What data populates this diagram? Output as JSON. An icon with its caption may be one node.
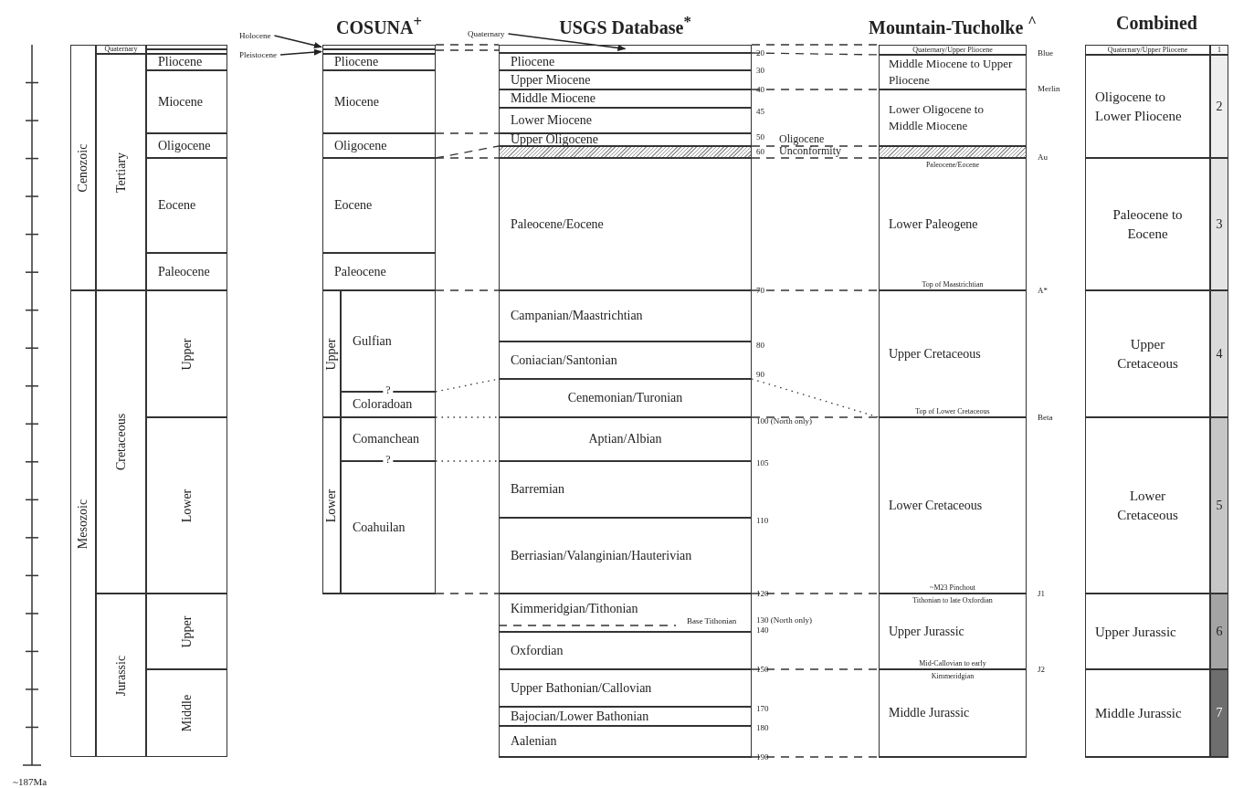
{
  "diagram": {
    "nodes": [
      {
        "text": [
          "Cenozoic"
        ]
      },
      {
        "text": [
          "Mesozoic"
        ]
      },
      {
        "text": [
          "Quaternary"
        ]
      },
      {
        "text": [
          "Tertiary"
        ]
      },
      {
        "text": [
          "Cretaceous"
        ]
      },
      {
        "text": [
          "Jurassic"
        ]
      },
      {
        "text": [],
        "shape": "bar"
      },
      {
        "text": [],
        "shape": "bar"
      },
      {
        "text": [
          "Pliocene"
        ]
      },
      {
        "text": [
          "Miocene"
        ]
      },
      {
        "text": [
          "Oligocene"
        ]
      },
      {
        "text": [
          "Eocene"
        ]
      },
      {
        "text": [
          "Paleocene"
        ]
      },
      {
        "text": [
          "Upper"
        ]
      },
      {
        "text": [
          "Lower"
        ]
      },
      {
        "text": [
          "Upper"
        ]
      },
      {
        "text": [
          "Middle"
        ]
      },
      {
        "text": [
          "Holocene"
        ]
      },
      {
        "text": [
          "Pleistocene"
        ]
      },
      {
        "text": [
          "COSUNA$^{+}$"
        ]
      },
      {
        "text": [],
        "shape": "bar",
        "in": 19
      },
      {
        "text": [],
        "shape": "bar",
        "in": 19
      },
      {
        "text": [
          "Pliocene"
        ],
        "in": 19
      },
      {
        "text": [
          "Miocene"
        ],
        "in": 19
      },
      {
        "text": [
          "Oligocene"
        ],
        "in": 19
      },
      {
        "text": [
          "Eocene"
        ],
        "in": 19
      },
      {
        "text": [
          "Paleocene"
        ],
        "in": 19
      },
      {
        "text": [
          "Upper"
        ],
        "in": 19
      },
      {
        "text": [
          "Gulfian"
        ],
        "in": 19
      },
      {
        "text": [
          "Coloradoan"
        ],
        "in": 19
      },
      {
        "text": [
          "Lower"
        ],
        "in": 19
      },
      {
        "text": [
          "Comanchean"
        ],
        "in": 19
      },
      {
        "text": [
          "Coahuilan"
        ],
        "in": 19
      },
      {
        "text": [
          "Quaternary"
        ]
      },
      {
        "text": [
          "USGS Database$^{*}$"
        ]
      },
      {
        "text": [],
        "shape": "bar",
        "in": 34
      },
      {
        "text": [
          "Pliocene"
        ],
        "in": 34
      },
      {
        "text": [
          "Upper Miocene"
        ],
        "in": 34
      },
      {
        "text": [
          "Middle Miocene"
        ],
        "in": 34
      },
      {
        "text": [
          "Lower Miocene"
        ],
        "in": 34
      },
      {
        "text": [
          "Upper Oligocene"
        ],
        "in": 34
      },
      {
        "text": [],
        "shape": "bar",
        "in": 34,
        "beside": [
          "Oligocene Unconformity"
        ]
      },
      {
        "text": [
          "Paleocene/Eocene"
        ],
        "in": 34
      },
      {
        "text": [
          "Campanian/Maastrichtian"
        ],
        "in": 34
      },
      {
        "text": [
          "Coniacian/Santonian"
        ],
        "in": 34
      },
      {
        "text": [
          "Cenemonian/Turonian"
        ],
        "in": 34
      },
      {
        "text": [
          "Aptian/Albian"
        ],
        "in": 34
      },
      {
        "text": [
          "Barremian"
        ],
        "in": 34
      },
      {
        "text": [
          "Berriasian/Valanginian/Hauterivian"
        ],
        "in": 34
      },
      {
        "text": [
          "Kimmeridgian/Tithonian"
        ],
        "in": 34
      },
      {
        "text": [
          "Oxfordian"
        ],
        "in": 34
      },
      {
        "text": [
          "Upper Bathonian/Callovian"
        ],
        "in": 34
      },
      {
        "text": [
          "Bajocian/Lower Bathonian"
        ],
        "in": 34
      },
      {
        "text": [
          "Aalenian"
        ],
        "in": 34
      },
      {
        "text": [
          "Mountain-Tucholke $^{^}$"
        ]
      },
      {
        "text": [
          "Quaternary/Upper Pliocene"
        ],
        "in": 54
      },
      {
        "text": [
          "Middle Miocene to Upper Pliocene"
        ],
        "in": 54
      },
      {
        "text": [
          "Lower Oligocene to Middle Miocene"
        ],
        "in": 54
      },
      {
        "text": [],
        "shape": "bar",
        "in": 54
      },
      {
        "text": [
          "Paleocene/Eocene",
          "Lower Paleogene",
          "Top of Maastrichtian"
        ],
        "in": 54
      },
      {
        "text": [
          "Upper Cretaceous",
          "Top of Lower Cretaceous"
        ],
        "in": 54
      },
      {
        "text": [
          "Lower Cretaceous",
          "~M23 Pinchout"
        ],
        "in": 54
      },
      {
        "text": [
          "Tithonian to late Oxfordian",
          "Upper Jurassic",
          "Mid-Callovian to early"
        ],
        "in": 54
      },
      {
        "text": [
          "Kimmeridgian",
          "Middle Jurassic"
        ],
        "in": 54
      },
      {
        "text": [
          "Combined"
        ]
      },
      {
        "text": [
          "Quaternary/Upper Pliocene"
        ],
        "in": 64
      },
      {
        "text": [
          "1"
        ],
        "in": 64
      },
      {
        "text": [
          "Oligocene to Lower Pliocene"
        ],
        "in": 64
      },
      {
        "text": [
          "2"
        ],
        "in": 64
      },
      {
        "text": [
          "Paleocene to Eocene"
        ],
        "in": 64
      },
      {
        "text": [
          "3"
        ],
        "in": 64
      },
      {
        "text": [
          "Upper Cretaceous"
        ],
        "in": 64
      },
      {
        "text": [
          "4"
        ],
        "in": 64
      },
      {
        "text": [
          "Lower Cretaceous"
        ],
        "in": 64
      },
      {
        "text": [
          "5"
        ],
        "in": 64
      },
      {
        "text": [
          "Upper Jurassic"
        ],
        "in": 64
      },
      {
        "text": [
          "6"
        ],
        "in": 64
      },
      {
        "text": [
          "Middle Jurassic"
        ],
        "in": 64
      },
      {
        "text": [
          "7"
        ],
        "in": 64
      }
    ],
    "edges": [
      {
        "from": 17,
        "to": 20,
        "arrow": "to"
      },
      {
        "from": 18,
        "to": 21,
        "arrow": "to"
      },
      {
        "from": 33,
        "to": 35,
        "arrow": "to"
      }
    ],
    "labels": [
      "?",
      "?",
      "20",
      "30",
      "40",
      "45",
      "50",
      "60",
      "70",
      "80",
      "90",
      "100 (North only)",
      "105",
      "110",
      "120",
      "130 (North only)",
      "140",
      "150",
      "170",
      "180",
      "190",
      "Base Tithonian",
      "Blue",
      "Merlin",
      "Au",
      "A*",
      "Beta",
      "J1",
      "J2",
      "~187Ma"
    ]
  }
}
